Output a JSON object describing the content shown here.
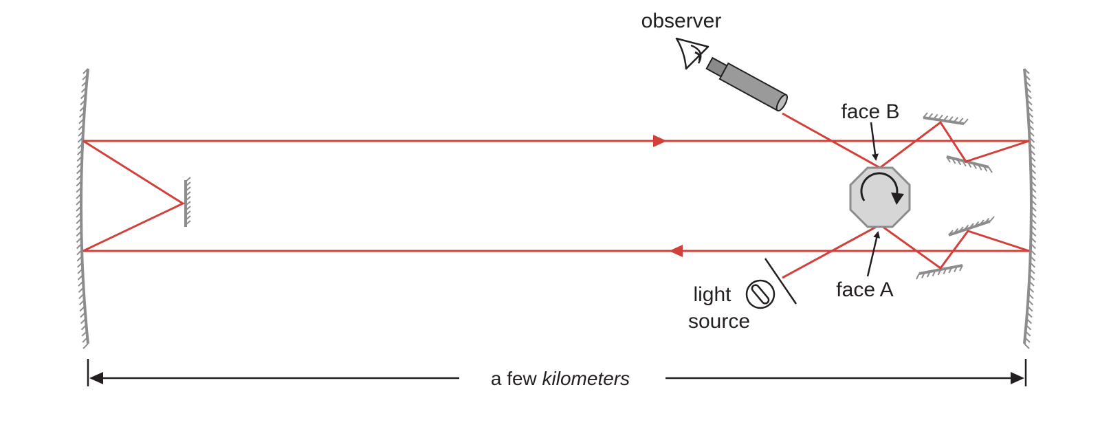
{
  "labels": {
    "observer": "observer",
    "face_b": "face B",
    "face_a": "face A",
    "light_source_line1": "light",
    "light_source_line2": "source",
    "distance_plain": "a few ",
    "distance_italic": "kilometers"
  },
  "icons": {
    "observer": "eye-icon",
    "light_source": "lamp-icon",
    "telescope": "telescope-icon",
    "rotating_mirror": "octagonal-rotating-mirror-icon",
    "rotation": "clockwise-arrow-icon"
  },
  "colors": {
    "beam": "#d2403a",
    "mirror": "#8c8c8c",
    "octagon_fill": "#d6d6d6",
    "telescope_fill": "#9a9a9a",
    "ink": "#231f20"
  }
}
